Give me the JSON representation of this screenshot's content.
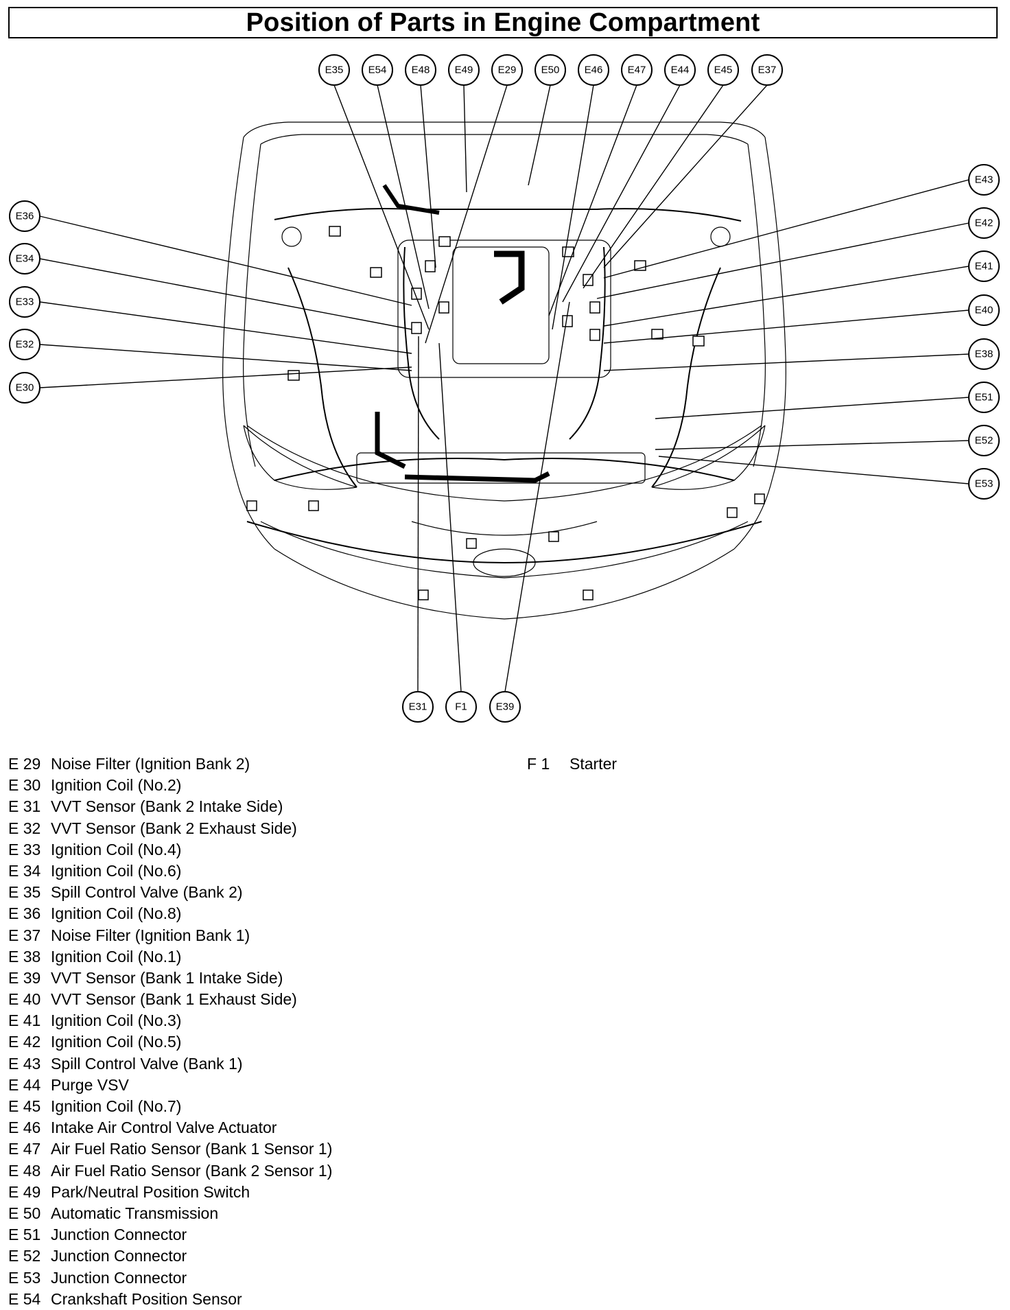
{
  "title": "Position of Parts in Engine Compartment",
  "callouts": {
    "top": [
      "E35",
      "E54",
      "E48",
      "E49",
      "E29",
      "E50",
      "E46",
      "E47",
      "E44",
      "E45",
      "E37"
    ],
    "left": [
      "E36",
      "E34",
      "E33",
      "E32",
      "E30"
    ],
    "right": [
      "E43",
      "E42",
      "E41",
      "E40",
      "E38",
      "E51",
      "E52",
      "E53"
    ],
    "bottom": [
      "E31",
      "F1",
      "E39"
    ]
  },
  "legend_left": [
    {
      "code": "E 29",
      "desc": "Noise Filter (Ignition Bank 2)"
    },
    {
      "code": "E 30",
      "desc": "Ignition Coil (No.2)"
    },
    {
      "code": "E 31",
      "desc": "VVT Sensor (Bank 2 Intake Side)"
    },
    {
      "code": "E 32",
      "desc": "VVT Sensor (Bank 2 Exhaust Side)"
    },
    {
      "code": "E 33",
      "desc": "Ignition Coil (No.4)"
    },
    {
      "code": "E 34",
      "desc": "Ignition Coil (No.6)"
    },
    {
      "code": "E 35",
      "desc": "Spill Control Valve (Bank 2)"
    },
    {
      "code": "E 36",
      "desc": "Ignition Coil (No.8)"
    },
    {
      "code": "E 37",
      "desc": "Noise Filter (Ignition Bank 1)"
    },
    {
      "code": "E 38",
      "desc": "Ignition Coil (No.1)"
    },
    {
      "code": "E 39",
      "desc": "VVT Sensor (Bank 1 Intake Side)"
    },
    {
      "code": "E 40",
      "desc": "VVT Sensor (Bank 1 Exhaust Side)"
    },
    {
      "code": "E 41",
      "desc": "Ignition Coil (No.3)"
    },
    {
      "code": "E 42",
      "desc": "Ignition Coil (No.5)"
    },
    {
      "code": "E 43",
      "desc": "Spill Control Valve (Bank 1)"
    },
    {
      "code": "E 44",
      "desc": "Purge VSV"
    },
    {
      "code": "E 45",
      "desc": "Ignition Coil (No.7)"
    },
    {
      "code": "E 46",
      "desc": "Intake Air Control Valve Actuator"
    },
    {
      "code": "E 47",
      "desc": "Air Fuel Ratio Sensor (Bank 1 Sensor 1)"
    },
    {
      "code": "E 48",
      "desc": "Air Fuel Ratio Sensor (Bank 2 Sensor 1)"
    },
    {
      "code": "E 49",
      "desc": "Park/Neutral Position Switch"
    },
    {
      "code": "E 50",
      "desc": "Automatic Transmission"
    },
    {
      "code": "E 51",
      "desc": "Junction Connector"
    },
    {
      "code": "E 52",
      "desc": "Junction Connector"
    },
    {
      "code": "E 53",
      "desc": "Junction Connector"
    },
    {
      "code": "E 54",
      "desc": "Crankshaft Position Sensor"
    }
  ],
  "legend_right": [
    {
      "code": "F 1",
      "desc": "Starter"
    }
  ]
}
